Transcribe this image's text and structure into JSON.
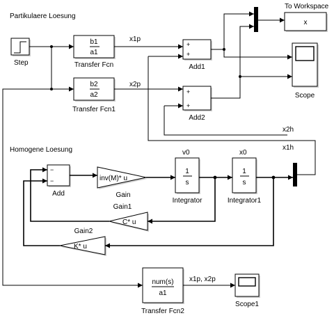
{
  "sections": {
    "particular": "Partikulaere Loesung",
    "homogeneous": "Homogene Loesung"
  },
  "blocks": {
    "step": {
      "label": "Step"
    },
    "tf": {
      "label": "Transfer Fcn",
      "num": "b1",
      "den": "a1"
    },
    "tf1": {
      "label": "Transfer Fcn1",
      "num": "b2",
      "den": "a2"
    },
    "tf2": {
      "label": "Transfer Fcn2",
      "num": "num(s)",
      "den": "a1"
    },
    "add": {
      "label": "Add",
      "sign1": "−",
      "sign2": "−"
    },
    "add1": {
      "label": "Add1",
      "sign1": "+",
      "sign2": "+"
    },
    "add2": {
      "label": "Add2",
      "sign1": "+",
      "sign2": "+"
    },
    "gain": {
      "label": "Gain",
      "expr": "inv(M)* u"
    },
    "gain1": {
      "label": "Gain1",
      "expr": "C* u"
    },
    "gain2": {
      "label": "Gain2",
      "expr": "K* u"
    },
    "integrator": {
      "label": "Integrator",
      "num": "1",
      "den": "s"
    },
    "integrator1": {
      "label": "Integrator1",
      "num": "1",
      "den": "s"
    },
    "workspace": {
      "label": "To Workspace",
      "var": "x"
    },
    "scope": {
      "label": "Scope"
    },
    "scope1": {
      "label": "Scope1"
    }
  },
  "signals": {
    "x1p": "x1p",
    "x2p": "x2p",
    "v0": "v0",
    "x0": "x0",
    "x2h": "x2h",
    "x1h": "x1h",
    "x1p_x2p": "x1p, x2p"
  }
}
